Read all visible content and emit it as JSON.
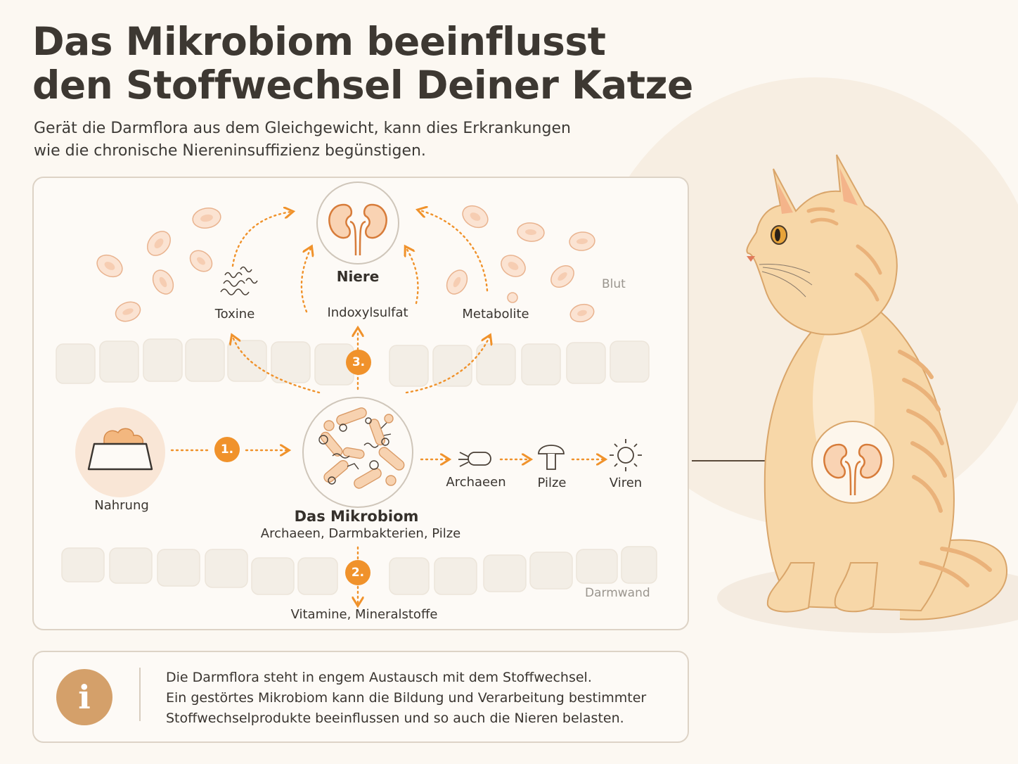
{
  "title": {
    "line1": "Das Mikrobiom beeinflusst",
    "line2": "den Stoffwechsel Deiner Katze"
  },
  "subtitle": {
    "line1": "Gerät die Darmflora aus dem Gleichgewicht, kann dies Erkrankungen",
    "line2": "wie die chronische Niereninsuffizienz begünstigen."
  },
  "diagram": {
    "kidney_label": "Niere",
    "blood_label": "Blut",
    "toxins_label": "Toxine",
    "indoxyl_label": "Indoxylsulfat",
    "metabolites_label": "Metabolite",
    "food_label": "Nahrung",
    "microbiome_title": "Das Mikrobiom",
    "microbiome_subtitle": "Archaeen, Darmbakterien, Pilze",
    "archaea_label": "Archaeen",
    "fungi_label": "Pilze",
    "viruses_label": "Viren",
    "gut_wall_label": "Darmwand",
    "vitamins_label": "Vitamine, Mineralstoffe",
    "steps": [
      "1.",
      "2.",
      "3."
    ]
  },
  "info": {
    "icon": "i",
    "line1": "Die Darmflora steht in engem Austausch mit dem Stoffwechsel.",
    "line2": "Ein gestörtes Mikrobiom kann die Bildung und Verarbeitung bestimmter",
    "line3": "Stoffwechselprodukte beeinflussen und so auch die Nieren belasten."
  },
  "colors": {
    "accent_orange": "#f0922b",
    "cell_fill": "#fbe3d2",
    "cell_stroke": "#e9b38f",
    "line_brown": "#5a4a3a",
    "cat_fill": "#f7d7a8"
  }
}
